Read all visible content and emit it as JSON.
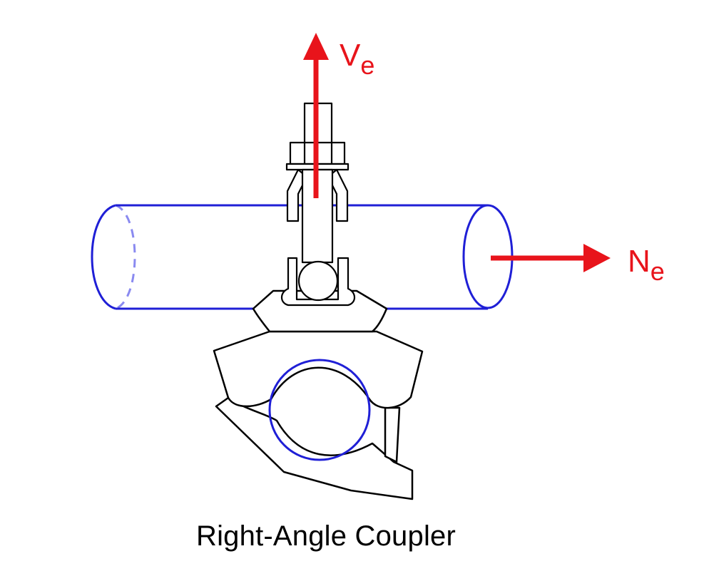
{
  "figure": {
    "caption": "Right-Angle Coupler"
  },
  "forces": {
    "vertical": {
      "symbol": "V",
      "subscript": "e"
    },
    "horizontal": {
      "symbol": "N",
      "subscript": "e"
    }
  },
  "colors": {
    "tube": "#1f1fd6",
    "tube_hidden": "#8a8af0",
    "force": "#e8141b",
    "outline": "#000000"
  }
}
